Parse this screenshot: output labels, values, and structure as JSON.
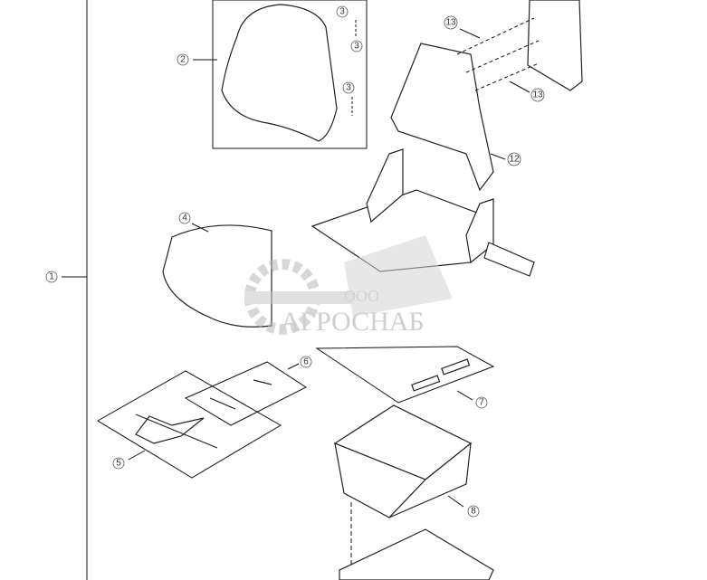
{
  "diagram": {
    "callouts": [
      "1",
      "2",
      "3",
      "3",
      "3",
      "4",
      "5",
      "6",
      "7",
      "8",
      "12",
      "13",
      "13"
    ],
    "watermark": {
      "prefix": "ООО",
      "name": "АГРОСНАБ",
      "color": "#b8b8b8"
    }
  }
}
